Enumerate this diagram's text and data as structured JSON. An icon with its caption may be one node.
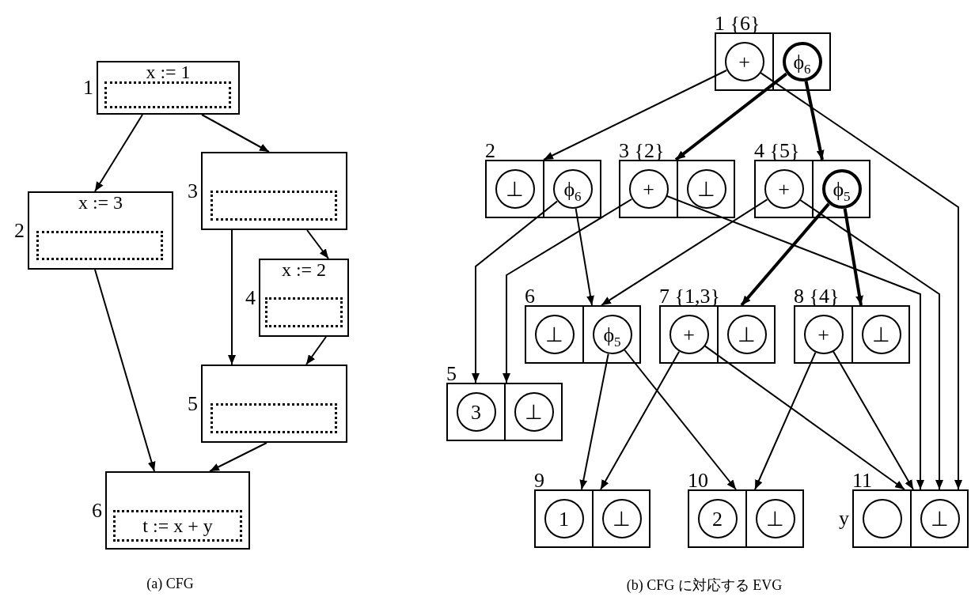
{
  "diagram": {
    "nodes": [
      {
        "text": [
          "x := 1"
        ],
        "beside": [
          "1"
        ]
      },
      {
        "text": [],
        "shape": "box",
        "in": 0
      },
      {
        "text": [
          "x := 3"
        ],
        "beside": [
          "2"
        ]
      },
      {
        "text": [],
        "shape": "box",
        "in": 2
      },
      {
        "text": [],
        "shape": "box",
        "beside": [
          "3"
        ]
      },
      {
        "text": [],
        "shape": "box",
        "in": 4
      },
      {
        "text": [
          "x := 2"
        ],
        "beside": [
          "4"
        ]
      },
      {
        "text": [],
        "shape": "box",
        "in": 6
      },
      {
        "text": [],
        "shape": "box",
        "beside": [
          "5"
        ]
      },
      {
        "text": [],
        "shape": "box",
        "in": 8
      },
      {
        "text": [],
        "shape": "box",
        "beside": [
          "6"
        ]
      },
      {
        "text": [
          "t := x + y"
        ],
        "in": 10
      },
      {
        "text": [
          "1 {6}"
        ]
      },
      {
        "text": [],
        "shape": "box",
        "in": 12
      },
      {
        "text": [
          "+"
        ],
        "in": 13
      },
      {
        "text": [],
        "shape": "box",
        "in": 12
      },
      {
        "text": [
          "ϕ$_{6}$"
        ],
        "in": 15
      },
      {
        "text": [
          "2"
        ]
      },
      {
        "text": [],
        "shape": "box",
        "in": 17
      },
      {
        "text": [
          "⊥"
        ],
        "in": 18
      },
      {
        "text": [],
        "shape": "box",
        "in": 17
      },
      {
        "text": [
          "ϕ$_{6}$"
        ],
        "in": 20
      },
      {
        "text": [
          "3 {2}"
        ]
      },
      {
        "text": [],
        "shape": "box",
        "in": 22
      },
      {
        "text": [
          "+"
        ],
        "in": 23
      },
      {
        "text": [],
        "shape": "box",
        "in": 22
      },
      {
        "text": [
          "⊥"
        ],
        "in": 25
      },
      {
        "text": [
          "4 {5}"
        ]
      },
      {
        "text": [],
        "shape": "box",
        "in": 27
      },
      {
        "text": [
          "+"
        ],
        "in": 28
      },
      {
        "text": [],
        "shape": "box",
        "in": 27
      },
      {
        "text": [
          "ϕ$_{5}$"
        ],
        "in": 30
      },
      {
        "text": [
          "5"
        ]
      },
      {
        "text": [],
        "shape": "box",
        "in": 32
      },
      {
        "text": [
          "3"
        ],
        "in": 33
      },
      {
        "text": [],
        "shape": "box",
        "in": 32
      },
      {
        "text": [
          "⊥"
        ],
        "in": 35
      },
      {
        "text": [
          "6"
        ]
      },
      {
        "text": [],
        "shape": "box",
        "in": 37
      },
      {
        "text": [
          "⊥"
        ],
        "in": 38
      },
      {
        "text": [],
        "shape": "box",
        "in": 37
      },
      {
        "text": [
          "ϕ$_{5}$"
        ],
        "in": 40
      },
      {
        "text": [
          "7 {1,3}"
        ]
      },
      {
        "text": [],
        "shape": "box",
        "in": 42
      },
      {
        "text": [
          "+"
        ],
        "in": 43
      },
      {
        "text": [],
        "shape": "box",
        "in": 42
      },
      {
        "text": [
          "⊥"
        ],
        "in": 45
      },
      {
        "text": [
          "8 {4}"
        ]
      },
      {
        "text": [],
        "shape": "box",
        "in": 47
      },
      {
        "text": [
          "+"
        ],
        "in": 48
      },
      {
        "text": [],
        "shape": "box",
        "in": 47
      },
      {
        "text": [
          "⊥"
        ],
        "in": 50
      },
      {
        "text": [
          "9"
        ]
      },
      {
        "text": [],
        "shape": "box",
        "in": 52
      },
      {
        "text": [
          "1"
        ],
        "in": 53
      },
      {
        "text": [],
        "shape": "box",
        "in": 52
      },
      {
        "text": [
          "⊥"
        ],
        "in": 55
      },
      {
        "text": [
          "10"
        ]
      },
      {
        "text": [],
        "shape": "box",
        "in": 57
      },
      {
        "text": [
          "2"
        ],
        "in": 58
      },
      {
        "text": [],
        "shape": "box",
        "in": 57
      },
      {
        "text": [
          "⊥"
        ],
        "in": 60
      },
      {
        "text": [
          "11"
        ],
        "beside": [
          "y"
        ]
      },
      {
        "text": [],
        "shape": "box",
        "in": 62
      },
      {
        "text": [],
        "shape": "circle",
        "in": 63
      },
      {
        "text": [],
        "shape": "box",
        "in": 62
      },
      {
        "text": [
          "⊥"
        ],
        "in": 65
      }
    ],
    "edges": [
      {
        "from": 0,
        "to": 2,
        "arrow": "to"
      },
      {
        "from": 0,
        "to": 4,
        "arrow": "to"
      },
      {
        "from": 2,
        "to": 10,
        "arrow": "to"
      },
      {
        "from": 4,
        "to": 6,
        "arrow": "to"
      },
      {
        "from": 4,
        "to": 8,
        "arrow": "to"
      },
      {
        "from": 6,
        "to": 8,
        "arrow": "to"
      },
      {
        "from": 8,
        "to": 10,
        "arrow": "to"
      },
      {
        "from": 14,
        "to": 17,
        "arrow": "to"
      },
      {
        "from": 14,
        "to": 65,
        "arrow": "to"
      },
      {
        "from": 16,
        "to": 22,
        "arrow": "to",
        "style": "thick"
      },
      {
        "from": 16,
        "to": 30,
        "arrow": "to",
        "style": "thick"
      },
      {
        "from": 21,
        "to": 33,
        "arrow": "to"
      },
      {
        "from": 21,
        "to": 40,
        "arrow": "to"
      },
      {
        "from": 24,
        "to": 35,
        "arrow": "to"
      },
      {
        "from": 24,
        "to": 65,
        "arrow": "to"
      },
      {
        "from": 29,
        "to": 40,
        "arrow": "to"
      },
      {
        "from": 29,
        "to": 65,
        "arrow": "to"
      },
      {
        "from": 31,
        "to": 45,
        "arrow": "to",
        "style": "thick"
      },
      {
        "from": 31,
        "to": 50,
        "arrow": "to",
        "style": "thick"
      },
      {
        "from": 41,
        "to": 53,
        "arrow": "to"
      },
      {
        "from": 41,
        "to": 58,
        "arrow": "to"
      },
      {
        "from": 44,
        "to": 55,
        "arrow": "to"
      },
      {
        "from": 44,
        "to": 63,
        "arrow": "to"
      },
      {
        "from": 49,
        "to": 60,
        "arrow": "to"
      },
      {
        "from": 49,
        "to": 65,
        "arrow": "to"
      }
    ],
    "labels": [
      "(a) CFG",
      "(b) CFG に対応する EVG"
    ]
  }
}
